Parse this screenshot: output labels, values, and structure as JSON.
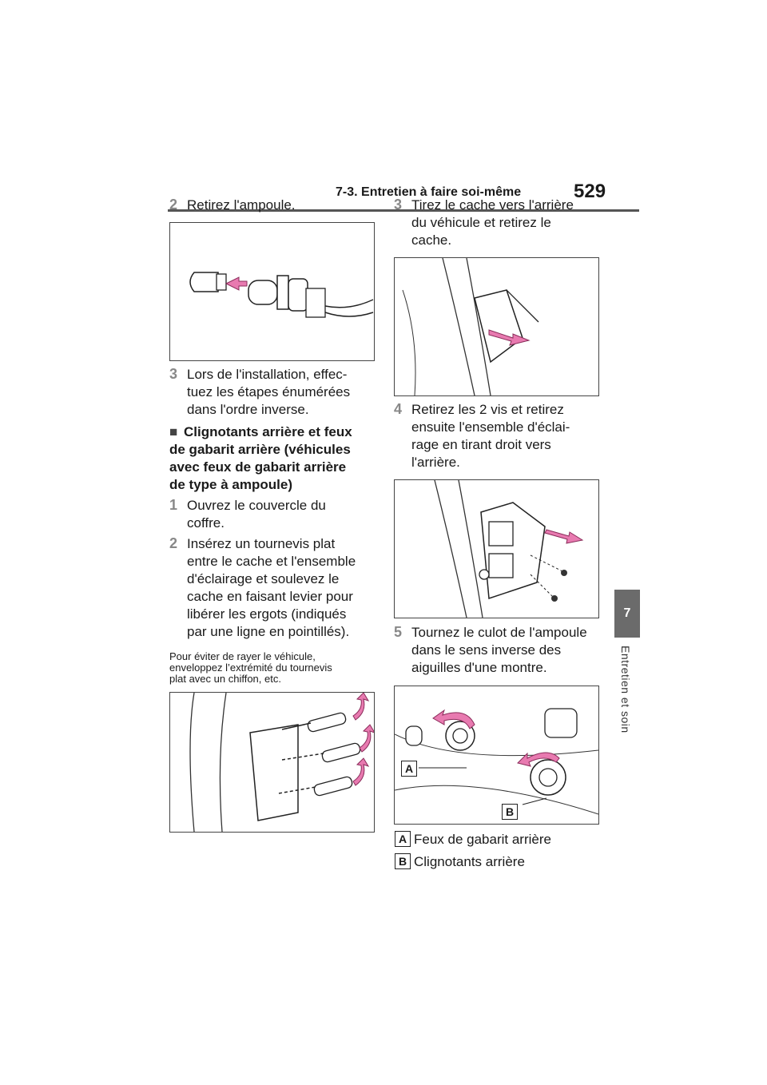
{
  "header": {
    "section": "7-3. Entretien à faire soi-même",
    "page_number": "529"
  },
  "side_tab": {
    "number": "7",
    "label": "Entretien et soin"
  },
  "left": {
    "s2_num": "2",
    "s2_text": "Retirez l'ampoule.",
    "s3_num": "3",
    "s3_lines": [
      "Lors de l'installation, effec-",
      "tuez les étapes énumérées",
      "dans l'ordre inverse."
    ],
    "heading_marker": "■",
    "heading_lines": [
      "Clignotants arrière et feux",
      "de gabarit arrière (véhicules",
      "avec feux de gabarit arrière",
      "de type à ampoule)"
    ],
    "t1_num": "1",
    "t1_lines": [
      "Ouvrez le couvercle du",
      "coffre."
    ],
    "t2_num": "2",
    "t2_lines": [
      "Insérez un tournevis plat",
      "entre le cache et l'ensemble",
      "d'éclairage et soulevez le",
      "cache en faisant levier pour",
      "libérer les ergots (indiqués",
      "par une ligne en pointillés)."
    ],
    "note_lines": [
      "Pour éviter de rayer le véhicule,",
      "enveloppez l’extrémité du tournevis",
      "plat avec un chiffon, etc."
    ]
  },
  "right": {
    "r3_num": "3",
    "r3_lines": [
      "Tirez le cache vers l'arrière",
      "du véhicule et retirez le",
      "cache."
    ],
    "r4_num": "4",
    "r4_lines": [
      "Retirez les 2 vis et retirez",
      "ensuite l'ensemble d'éclai-",
      "rage en tirant droit vers",
      "l'arrière."
    ],
    "r5_num": "5",
    "r5_lines": [
      "Tournez le culot de l'ampoule",
      "dans le sens inverse des",
      "aiguilles d'une montre."
    ],
    "callout_a": "A",
    "callout_b": "B",
    "legend_a_label": "A",
    "legend_a_text": "Feux de gabarit arrière",
    "legend_b_label": "B",
    "legend_b_text": "Clignotants arrière"
  },
  "colors": {
    "arrow": "#e87ab0",
    "arrow_stroke": "#8a2c5a",
    "tab": "#6b6b6b"
  }
}
